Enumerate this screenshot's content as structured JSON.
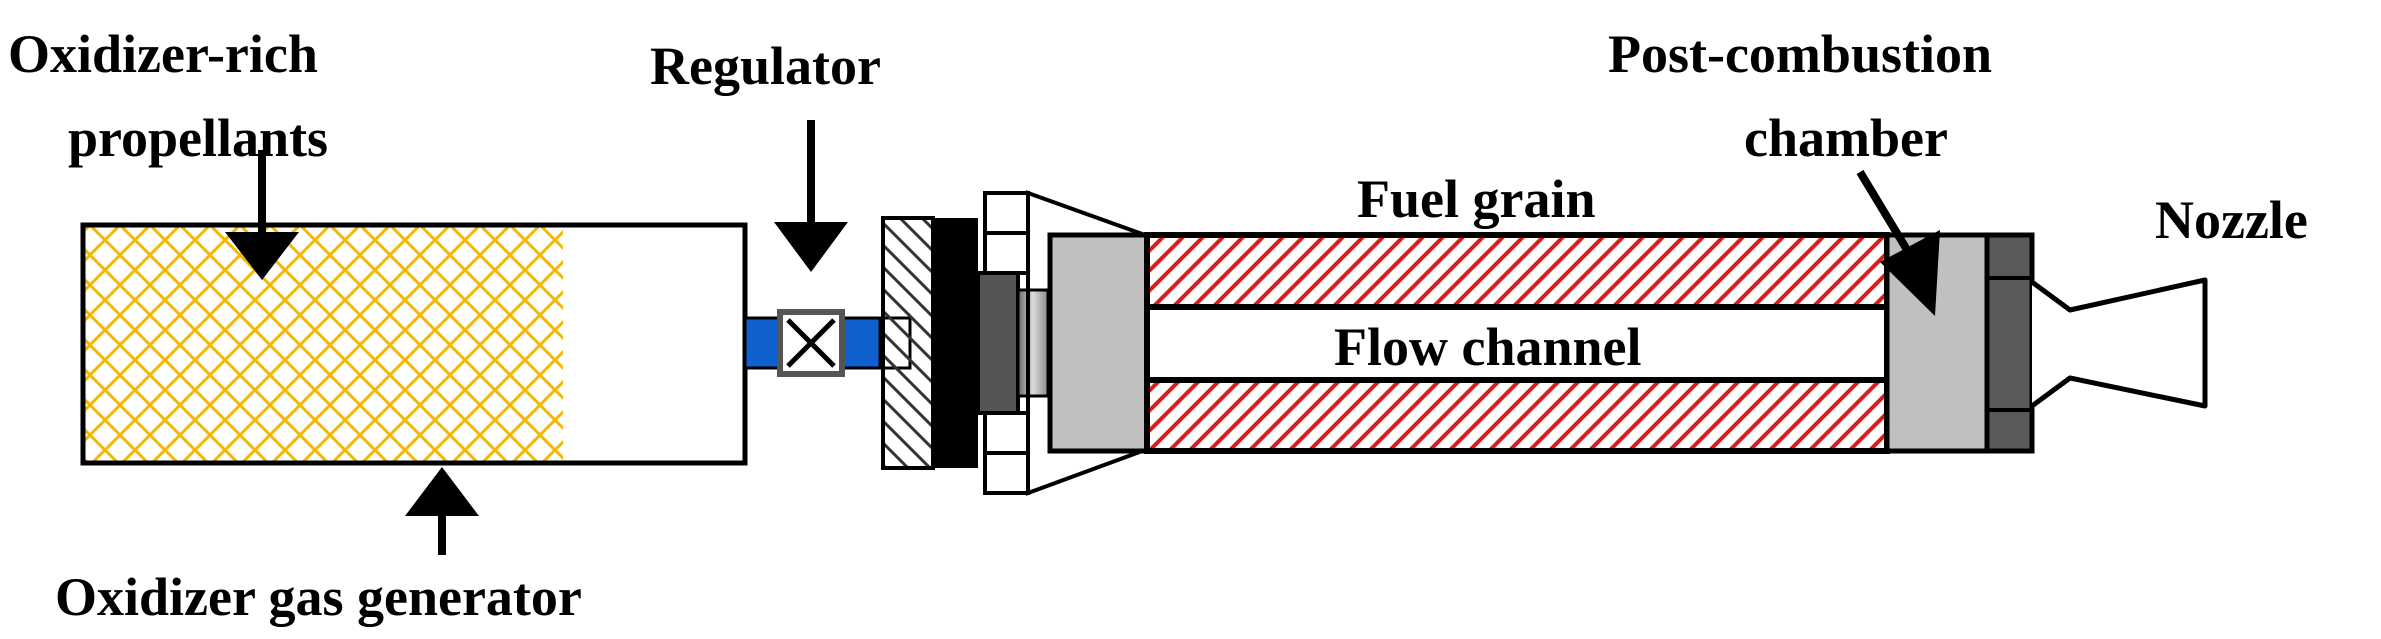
{
  "labels": {
    "propellants_line1": "Oxidizer-rich",
    "propellants_line2": "propellants",
    "regulator": "Regulator",
    "post_combustion_line1": "Post-combustion",
    "post_combustion_line2": "chamber",
    "fuel_grain": "Fuel grain",
    "nozzle": "Nozzle",
    "flow_channel": "Flow channel",
    "gas_generator": "Oxidizer gas generator"
  },
  "colors": {
    "propellant_pattern": "#f5b800",
    "fuel_grain_pattern": "#e31a1c",
    "pipe": "#1060d0",
    "gray_light": "#c0c0c0",
    "gray_mid": "#909090",
    "gray_dark": "#5a5a5a",
    "outline": "#000000"
  }
}
